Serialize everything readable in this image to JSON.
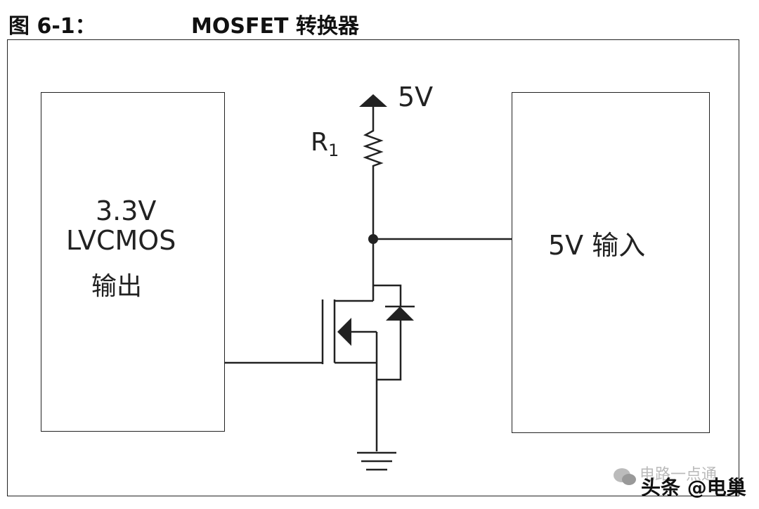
{
  "header": {
    "figure_label": "图 6-1：",
    "title": "MOSFET 转换器"
  },
  "left_block": {
    "line1": "3.3V",
    "line2": "LVCMOS",
    "line3": "输出"
  },
  "right_block": {
    "label": "5V 输入"
  },
  "supply": {
    "label": "5V"
  },
  "resistor": {
    "label": "R",
    "subscript": "1"
  },
  "watermark": {
    "line1": "电路一点通",
    "line2": "头条 @电巢"
  },
  "colors": {
    "line": "#222222",
    "background": "#ffffff"
  }
}
